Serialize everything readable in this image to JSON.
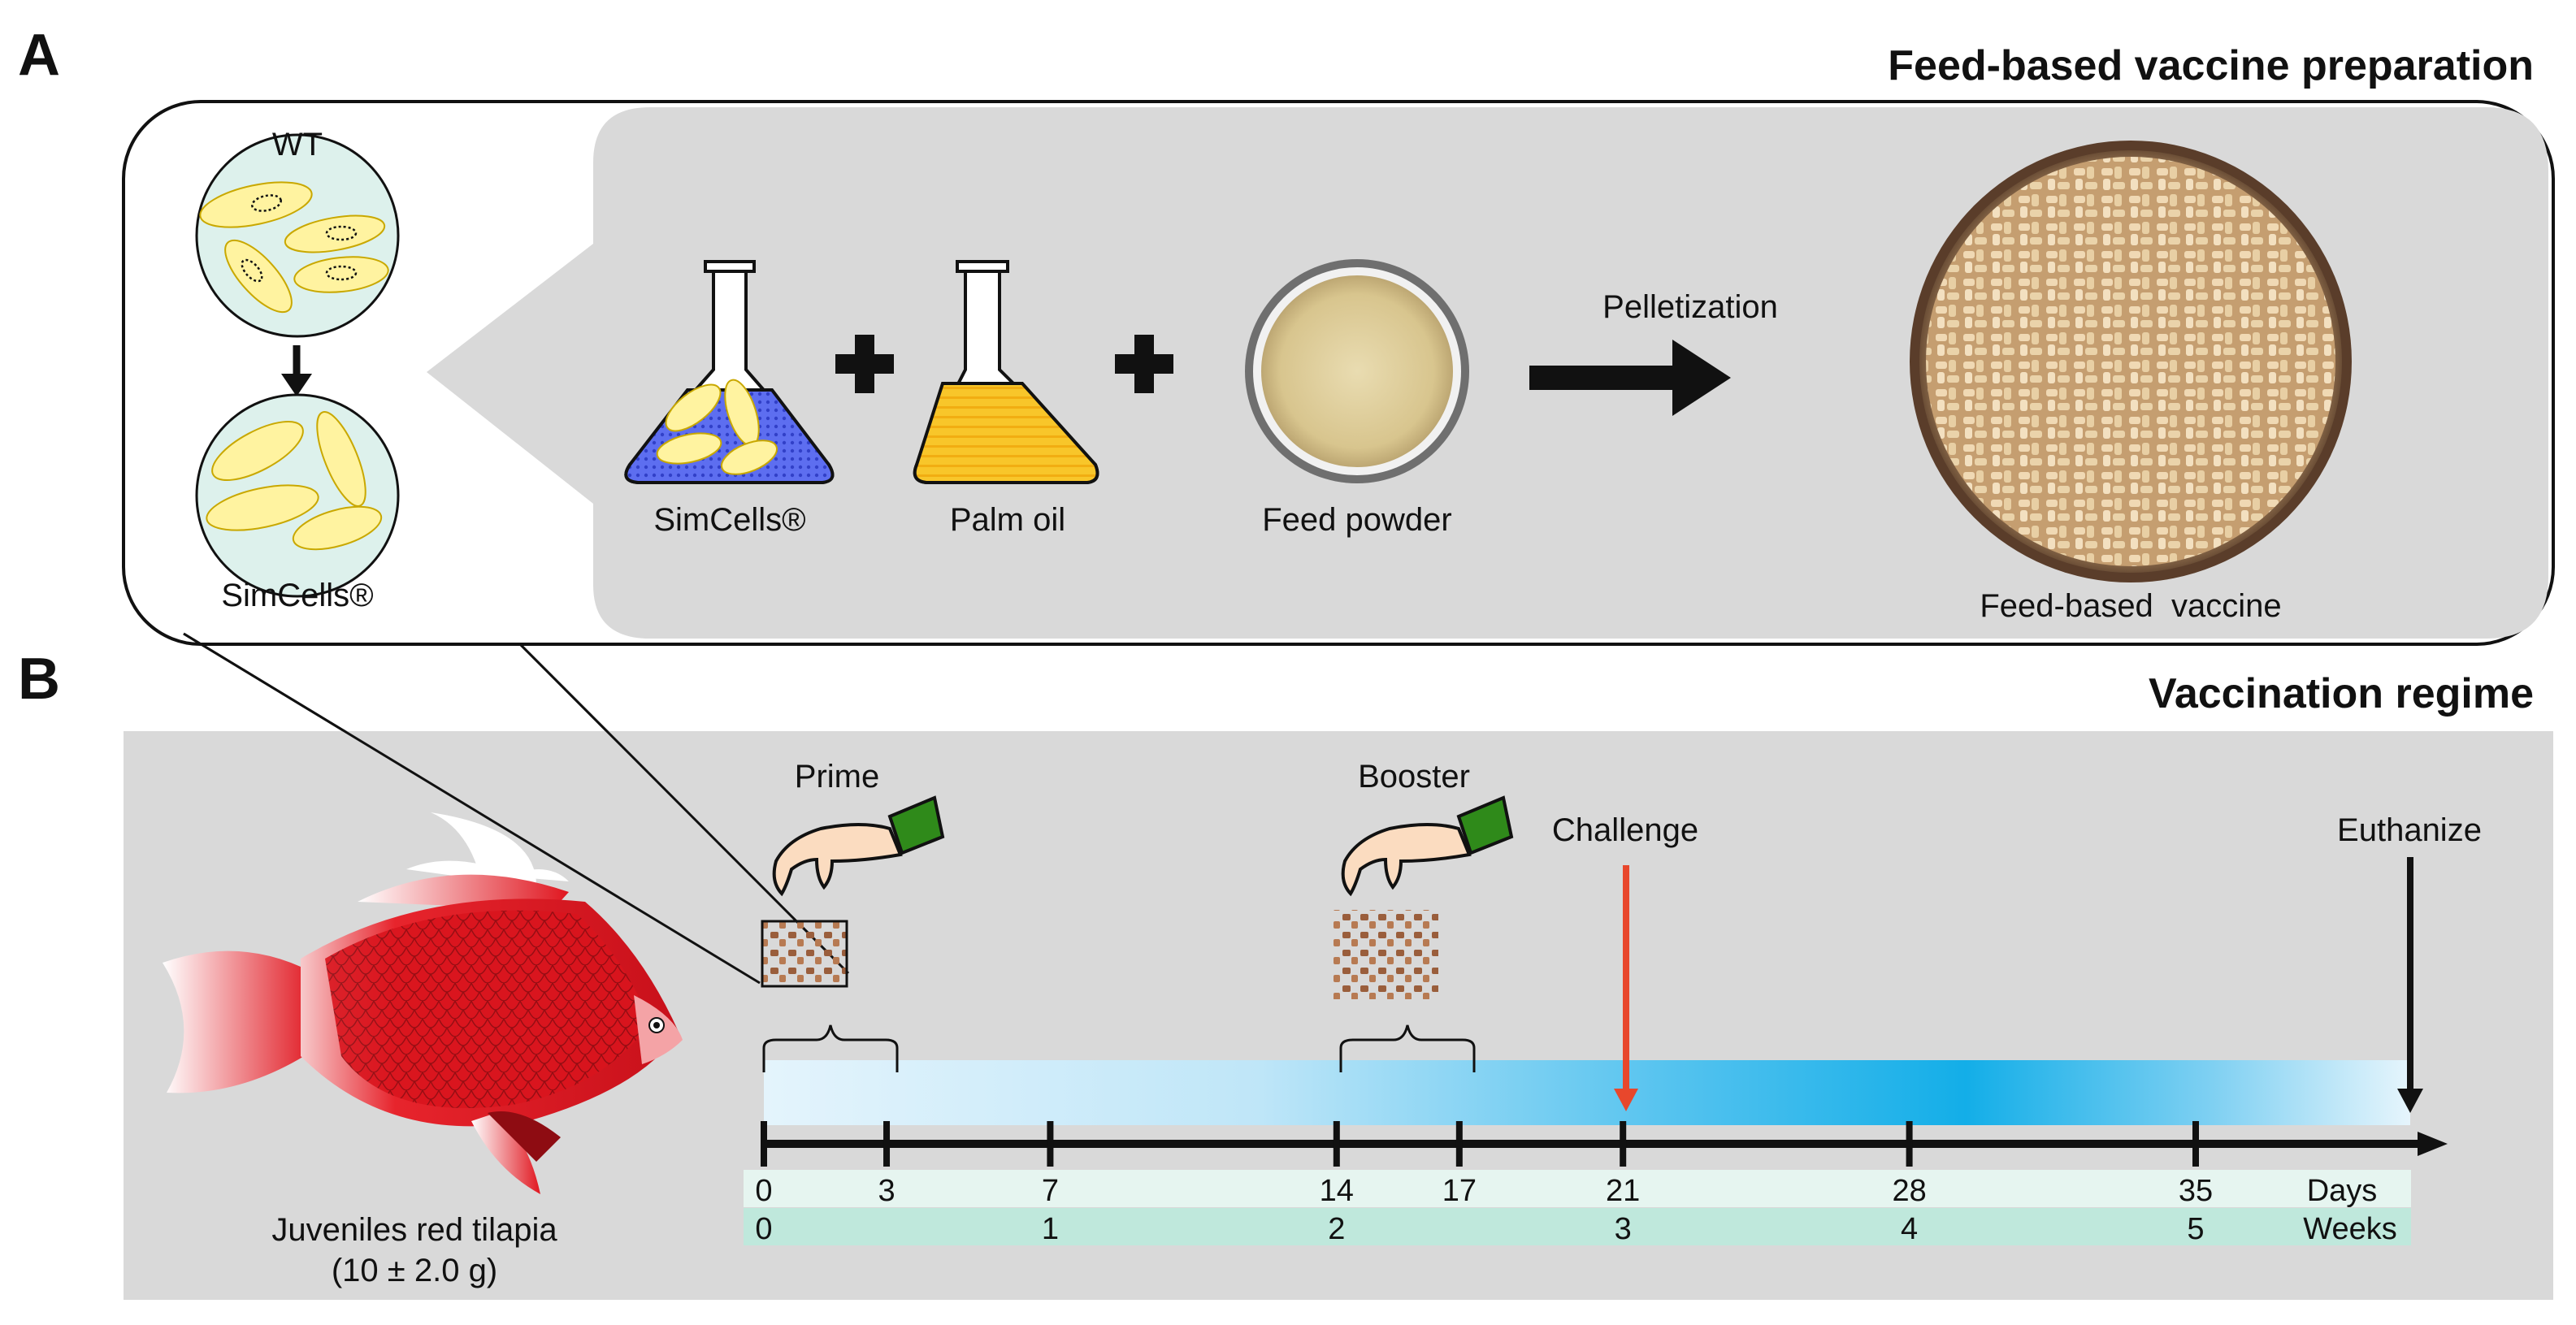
{
  "panelA": {
    "letter": "A",
    "title": "Feed-based vaccine preparation",
    "wt_label": "WT",
    "simcells_left_label": "SimCells®",
    "flask_label": "SimCells®",
    "oil_label": "Palm oil",
    "powder_label": "Feed powder",
    "process_label": "Pelletization",
    "vaccine_label": "Feed-based  vaccine"
  },
  "panelB": {
    "letter": "B",
    "title": "Vaccination regime",
    "fish_label_line1": "Juveniles red tilapia",
    "fish_label_line2": "(10 ± 2.0 g)",
    "prime_label": "Prime",
    "booster_label": "Booster",
    "challenge_label": "Challenge",
    "euthanize_label": "Euthanize",
    "days_unit": "Days",
    "weeks_unit": "Weeks",
    "day_ticks": [
      "0",
      "3",
      "7",
      "14",
      "17",
      "21",
      "28",
      "35"
    ],
    "week_ticks": [
      "0",
      "1",
      "2",
      "3",
      "4",
      "5"
    ]
  },
  "colors": {
    "panel_grey": "#d9d9d9",
    "timeline_light": "#def2fb",
    "timeline_mid": "#13aee8",
    "challenge_red": "#e8472c",
    "days_row": "#e6f5f0",
    "weeks_row": "#bfe8dc",
    "fish_red": "#e0161f",
    "oil_yellow": "#f6c21c",
    "flask_blue": "#4a5fe0",
    "cell_yellow": "#fff3a0",
    "dish_green": "#ddf1ec",
    "glove_green": "#2f8a1a"
  }
}
